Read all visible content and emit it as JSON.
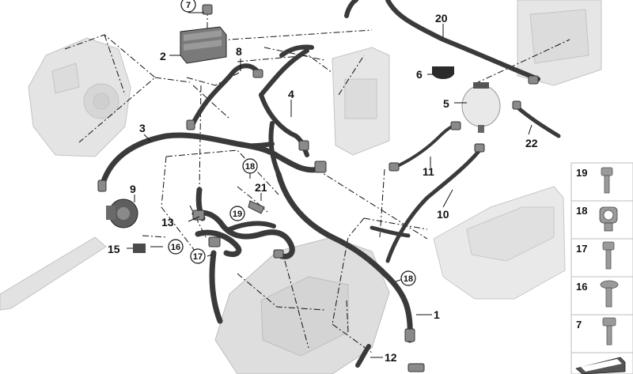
{
  "diagram": {
    "labels": {
      "c7": "7",
      "n2": "2",
      "n8": "8",
      "n4": "4",
      "n20": "20",
      "n6": "6",
      "n5": "5",
      "n22": "22",
      "n3": "3",
      "n9": "9",
      "c18a": "18",
      "n21": "21",
      "c19": "19",
      "n11": "11",
      "n10": "10",
      "n13": "13",
      "n15": "15",
      "c16": "16",
      "c17": "17",
      "c18b": "18",
      "n1": "1",
      "n12": "12"
    },
    "sidebar": [
      "19",
      "18",
      "17",
      "16",
      "7"
    ]
  },
  "colors": {
    "hose": "#3a3a3a",
    "ghost": "#d9d9d9",
    "ghostStroke": "#bdbdbd",
    "line": "#111111"
  }
}
